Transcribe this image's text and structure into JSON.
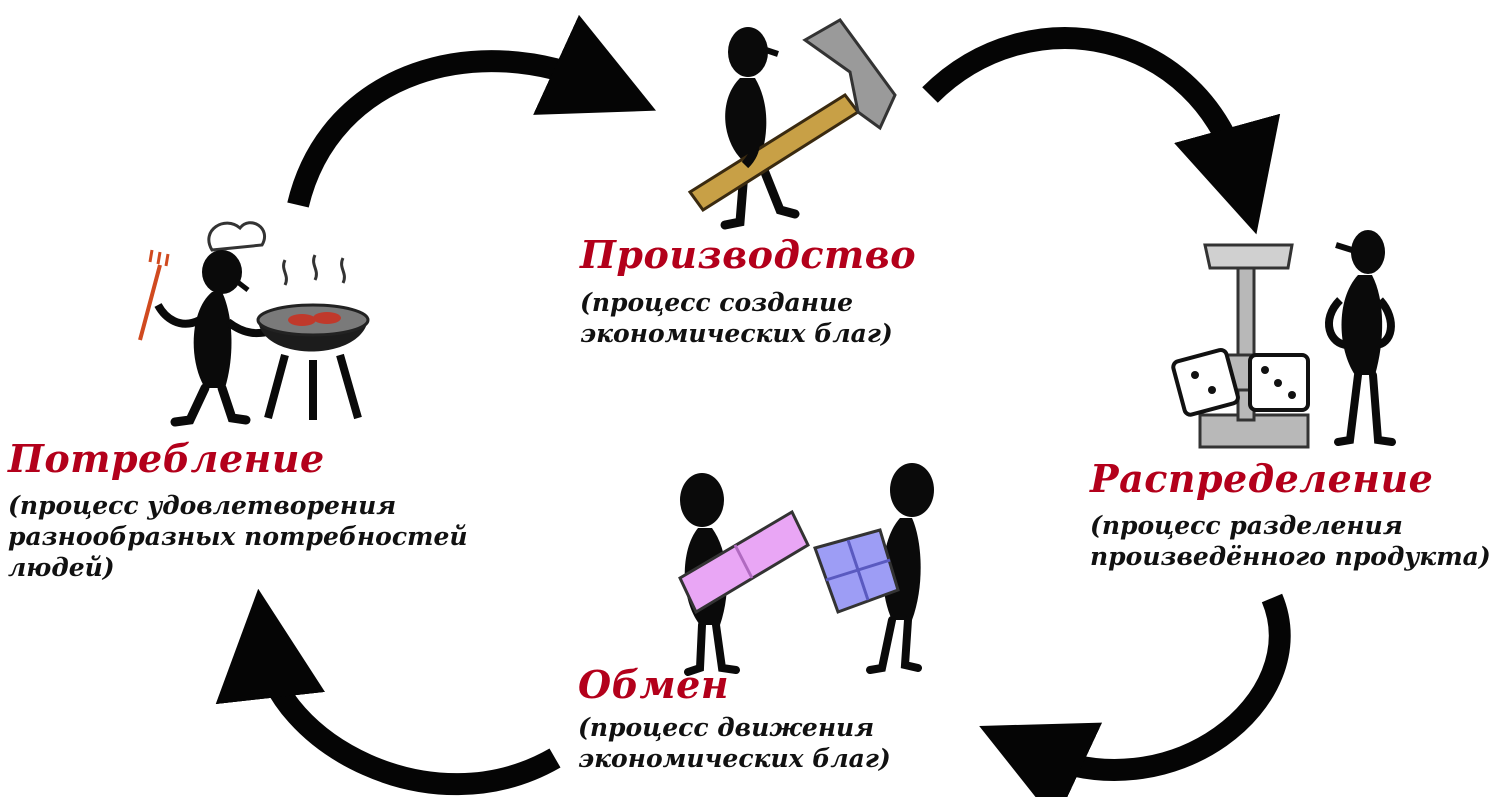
{
  "colors": {
    "title": "#b3001b",
    "text": "#111111",
    "figure": "#0a0a0a",
    "arrow": "#050505",
    "hammer_handle": "#c8a046",
    "hammer_head": "#9a9a9a",
    "scale": "#b8b8b8",
    "gift_pink": "#e9a6f5",
    "gift_blue": "#9d9df5",
    "meat": "#c0392b",
    "fork": "#d04a1f"
  },
  "stages": {
    "production": {
      "title": "Производство",
      "desc_1": "(процесс создание",
      "desc_2": "экономических благ)",
      "icon": "worker-with-hammer-icon"
    },
    "distribution": {
      "title": "Распределение",
      "desc_1": "(процесс разделения",
      "desc_2": "произведённого продукта)",
      "icon": "scales-with-dice-icon"
    },
    "exchange": {
      "title": "Обмен",
      "desc_1": "(процесс движения",
      "desc_2": "экономических благ)",
      "icon": "gift-exchange-icon"
    },
    "consumption": {
      "title": "Потребление",
      "desc_1": "(процесс удовлетворения",
      "desc_2": "разнообразных потребностей",
      "desc_3": "людей)",
      "icon": "chef-grilling-icon"
    }
  }
}
